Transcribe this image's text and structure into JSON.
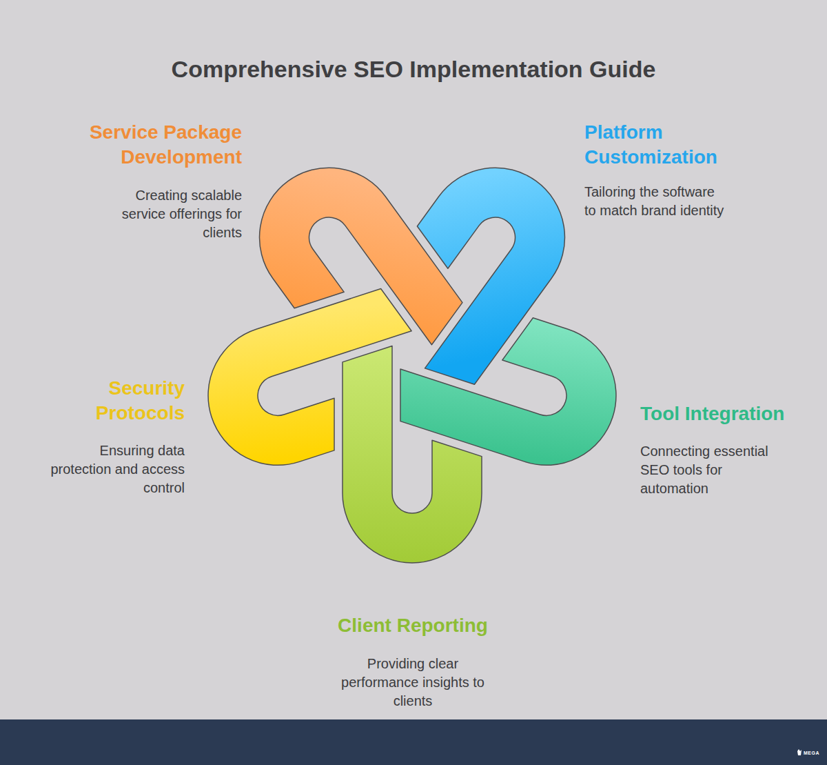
{
  "diagram": {
    "title": "Comprehensive SEO Implementation Guide",
    "nodes": [
      {
        "text": [
          "Service Package Development",
          "Creating scalable service offerings for clients"
        ]
      },
      {
        "text": [
          "Platform Customization",
          "Tailoring the software to match brand identity"
        ]
      },
      {
        "text": [
          "Security Protocols",
          "Ensuring data protection and access control"
        ]
      },
      {
        "text": [
          "Tool Integration",
          "Connecting essential SEO tools for automation"
        ]
      },
      {
        "text": [
          "Client Reporting",
          "Providing clear performance insights to clients"
        ]
      }
    ],
    "labels": [
      "MEGA"
    ]
  }
}
